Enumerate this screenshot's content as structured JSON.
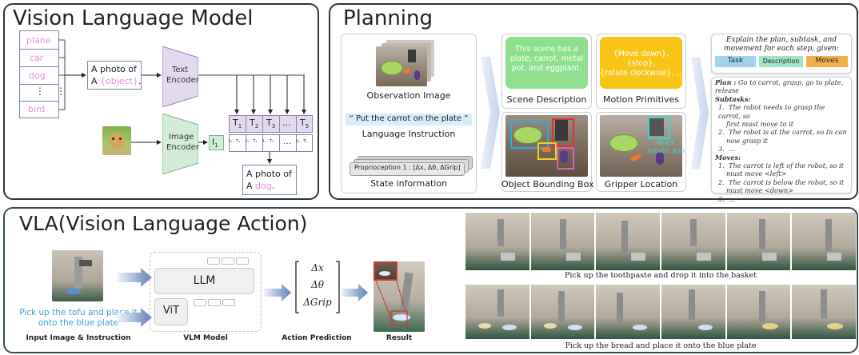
{
  "vlm": {
    "title": "Vision Language Model",
    "labels": [
      "plane",
      "car",
      "dog",
      "bird"
    ],
    "dots_v1": "⋮",
    "dots_v2": "⋮",
    "prompt_line1": "A photo of",
    "prompt_line2_pre": "A ",
    "prompt_object": "{object}",
    "prompt_line2_post": ".",
    "text_encoder": [
      "Text",
      "Encoder"
    ],
    "image_encoder": [
      "Image",
      "Encoder"
    ],
    "t_tokens": [
      "T",
      "T",
      "T",
      "…",
      "T"
    ],
    "t_subs": [
      "1",
      "2",
      "3",
      "",
      "5"
    ],
    "i_token": "I",
    "i_sub": "1",
    "products": [
      "I₁ · T₁",
      "I₁ · T₂",
      "I₁ · T₃",
      "…",
      "I₁ · T₅"
    ],
    "result_line1": "A photo of",
    "result_line2_pre": "A ",
    "result_obj": "dog",
    "result_post": ".",
    "accent": "#e88de0"
  },
  "planning": {
    "title": "Planning",
    "observation_label": "Observation Image",
    "instruction": "“ Put the carrot on the plate ”",
    "instruction_label": "Language Instruction",
    "proprio": "Proprioception 1 : [Δx, Δθ, ΔGrip]",
    "state_label": "State information",
    "scene_text": "This scene has a plate, carrot, metal pot, and eggplant.",
    "scene_label": "Scene Description",
    "motion_text": [
      "{Move down},",
      "{stop},",
      "{rotate clockwise}, …"
    ],
    "motion_label": "Motion Primitives",
    "bbox_label": "Object Bounding Box",
    "gripper_overlay": "Black robotic arm",
    "gripper_label": "Gripper Location",
    "prompt_header": "Explain the plan, subtask, and movement for each step, given:",
    "tag_task": "Task",
    "tag_desc": "Description",
    "tag_moves": "Moves",
    "plan_label": "Plan :",
    "plan_text": " Go to carrot, grasp, go to plate, release",
    "subtasks_label": "Subtasks:",
    "subtasks": [
      {
        "n": "1.",
        "lines": [
          "The robot needs to grasp the carrot, so",
          "first must move to it"
        ]
      },
      {
        "n": "2.",
        "lines": [
          "The robot is at the carrot, so In can",
          "now grasp it"
        ]
      },
      {
        "n": "3.",
        "lines": [
          "…"
        ]
      }
    ],
    "moves_label": "Moves:",
    "moves": [
      {
        "n": "1.",
        "lines": [
          "The carrot is left of the robot, so it",
          "must move  <left>"
        ]
      },
      {
        "n": "2.",
        "lines": [
          "The carrot is below the robot, so it",
          "must move <down>"
        ]
      },
      {
        "n": "3.",
        "lines": [
          "…"
        ]
      }
    ],
    "green": "#8ee08e",
    "orange": "#f9c617"
  },
  "vla": {
    "title": "VLA(Vision Language Action)",
    "instruction": "Pick up the tofu and place it onto the blue plate",
    "input_label": "Input Image & Instruction",
    "llm": "LLM",
    "vit": "ViT",
    "vlm_label": "VLM Model",
    "action_1": "Δx",
    "action_2": "Δθ",
    "action_3": "ΔGrip",
    "action_label": "Action Prediction",
    "result_label": "Result",
    "caption_top": "Pick up the toothpaste and drop it into the basket",
    "caption_bottom": "Pick up the bread and place it onto the blue plate",
    "instruction_color": "#3aa0d8"
  }
}
